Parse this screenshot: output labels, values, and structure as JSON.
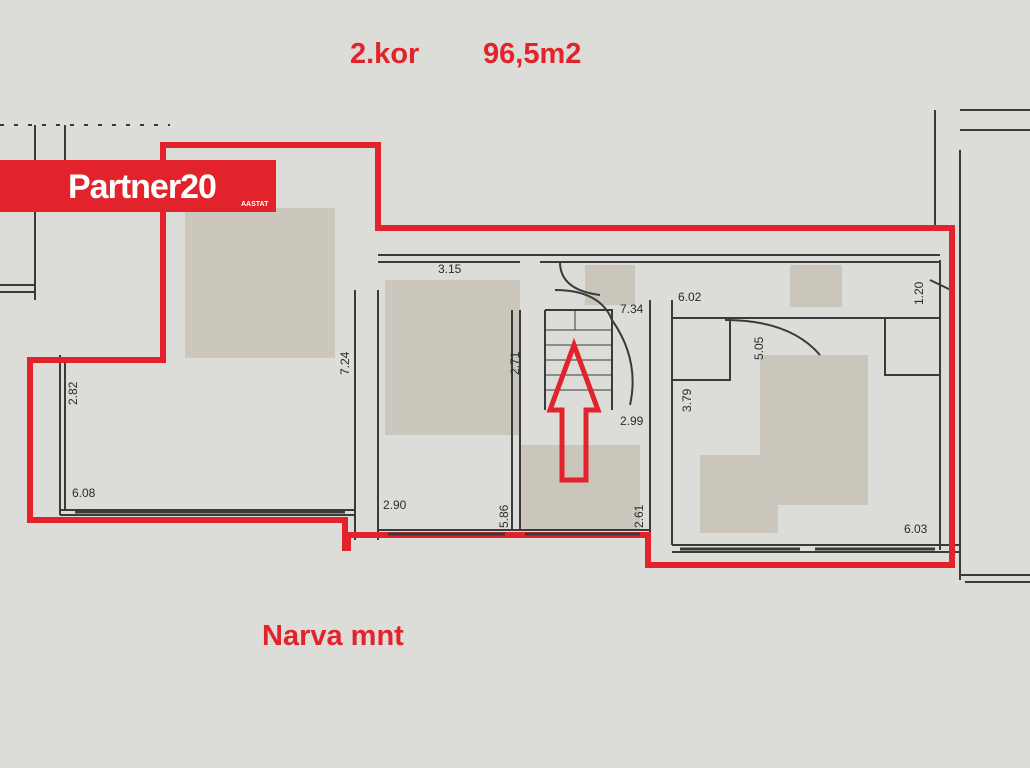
{
  "header": {
    "floor": "2.kor",
    "area": "96,5m2"
  },
  "logo": {
    "brand": "Partner",
    "number": "20",
    "sub": "AASTAT"
  },
  "street": "Narva mnt",
  "dimensions": {
    "d1": "3.15",
    "d2": "7.34",
    "d3": "6.02",
    "d4": "1.20",
    "d5": "2.82",
    "d6": "7.24",
    "d7": "2.71",
    "d8": "5.05",
    "d9": "3.79",
    "d10": "2.99",
    "d11": "6.08",
    "d12": "2.90",
    "d13": "5.86",
    "d14": "2.61",
    "d15": "6.03"
  },
  "colors": {
    "outline": "#e3232b",
    "walls": "#3a3a3a",
    "blur": "#c8c3b8"
  }
}
